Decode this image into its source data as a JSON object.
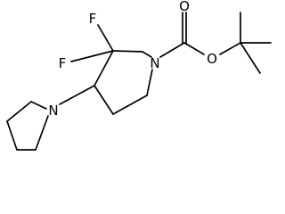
{
  "molecule": {
    "atom_labels": {
      "fluorine_upper": "F",
      "fluorine_lower": "F",
      "ring_nitrogen": "N",
      "pyrrolidine_nitrogen": "N",
      "carbonyl_oxygen": "O",
      "ester_oxygen": "O"
    }
  },
  "colors": {
    "bond": "#000000",
    "background": "#ffffff"
  }
}
